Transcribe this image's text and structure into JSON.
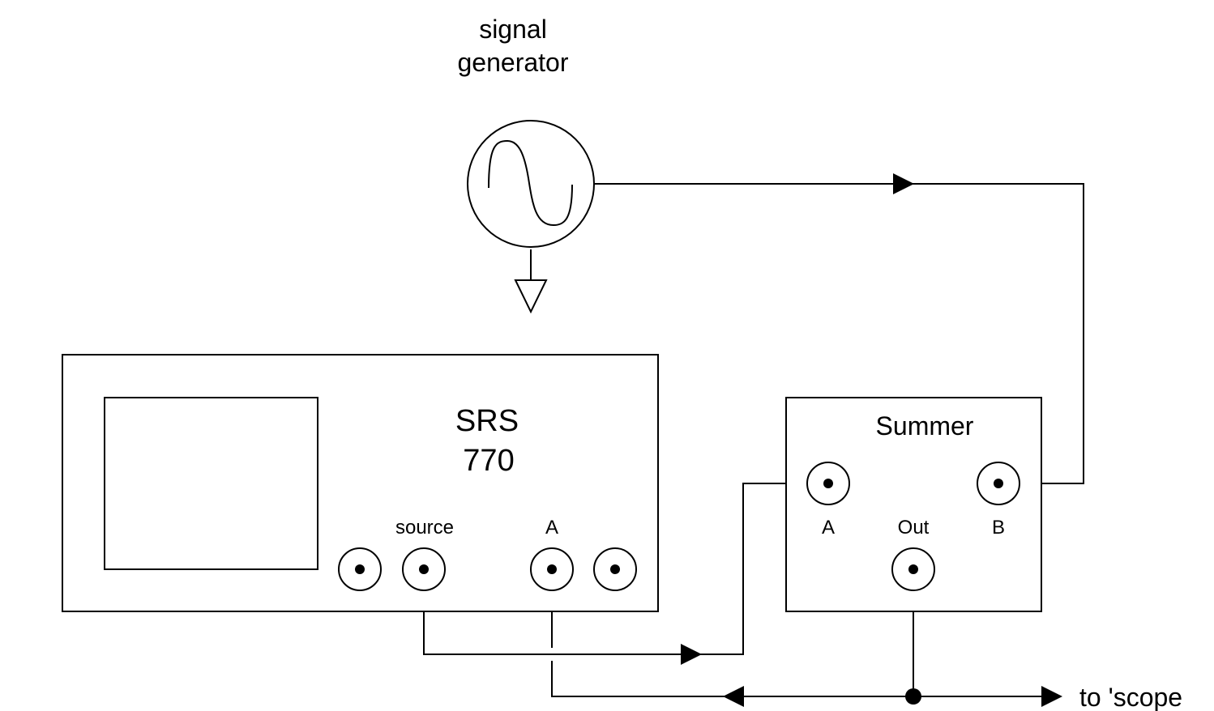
{
  "labels": {
    "signal_generator": [
      "signal",
      "generator"
    ],
    "srs": [
      "SRS",
      "770"
    ],
    "srs_source": "source",
    "srs_a": "A",
    "summer_title": "Summer",
    "summer_a": "A",
    "summer_out": "Out",
    "summer_b": "B",
    "to_scope": "to 'scope"
  },
  "icons": {
    "signal_generator": "ac-source-icon",
    "ground": "ground-icon",
    "connector": "bnc-connector-icon",
    "junction": "junction-dot-icon",
    "arrow": "arrowhead-icon"
  },
  "colors": {
    "line": "#000000",
    "background": "#ffffff"
  }
}
